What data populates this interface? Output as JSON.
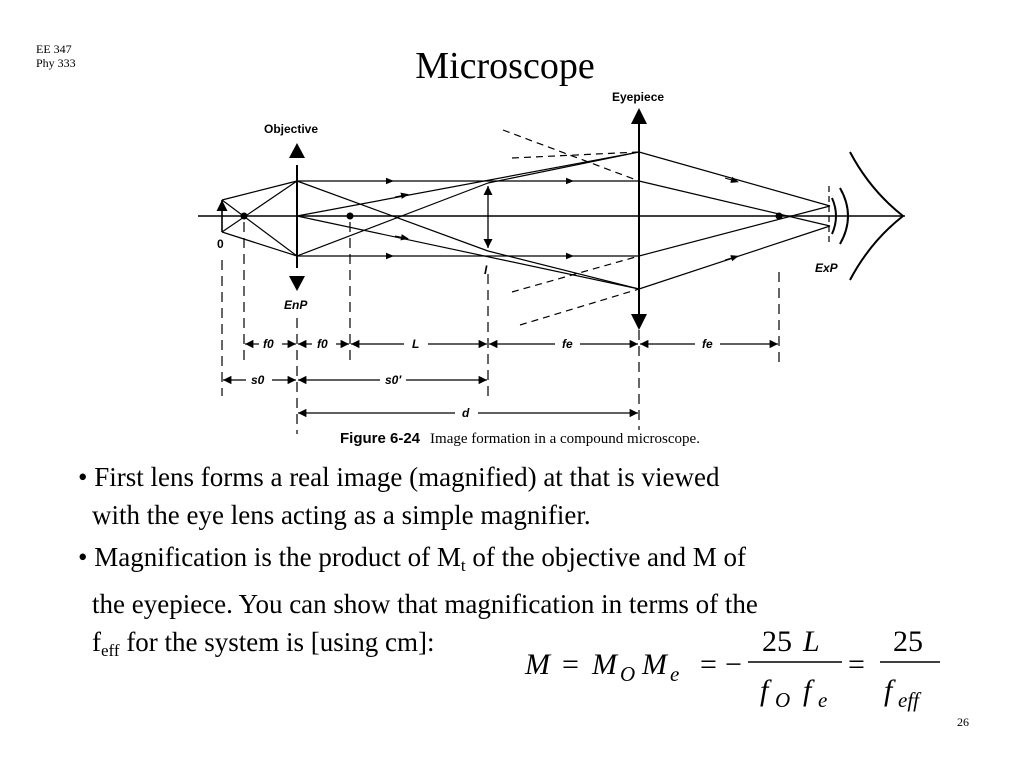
{
  "header": {
    "course_line1": "EE 347",
    "course_line2": "Phy  333",
    "title": "Microscope"
  },
  "figure": {
    "labels": {
      "objective": "Objective",
      "eyepiece": "Eyepiece",
      "object": "0",
      "entrance_pupil": "EnP",
      "image": "I",
      "exit_pupil": "ExP",
      "f0": "f0",
      "L": "L",
      "fe": "fe",
      "s0": "s0",
      "s0_prime": "s0′",
      "d": "d"
    },
    "caption_number": "Figure 6-24",
    "caption_text": "Image formation in a compound microscope."
  },
  "bullets": {
    "b1_line1": "• First lens forms a real image (magnified) at that is viewed",
    "b1_line2": "with the eye lens acting as a simple magnifier.",
    "b2_line1_a": "• Magnification is the product of M",
    "b2_line1_sub": "t",
    "b2_line1_b": " of the objective and M of",
    "b2_line2": "the eyepiece.  You can show that magnification in terms of the",
    "b2_line3_a": "f",
    "b2_line3_sub": "eff",
    "b2_line3_b": " for the system is [using cm]:"
  },
  "equation": {
    "M": "M",
    "equals": "=",
    "minus": "−",
    "M_O": "M",
    "O": "O",
    "M_e": "M",
    "e": "e",
    "num1_value": "25",
    "num1_var": "L",
    "f": "f",
    "f_O_sub": "O",
    "f_e_sub": "e",
    "num2": "25",
    "f_eff_sub": "eff"
  },
  "page_number": "26"
}
